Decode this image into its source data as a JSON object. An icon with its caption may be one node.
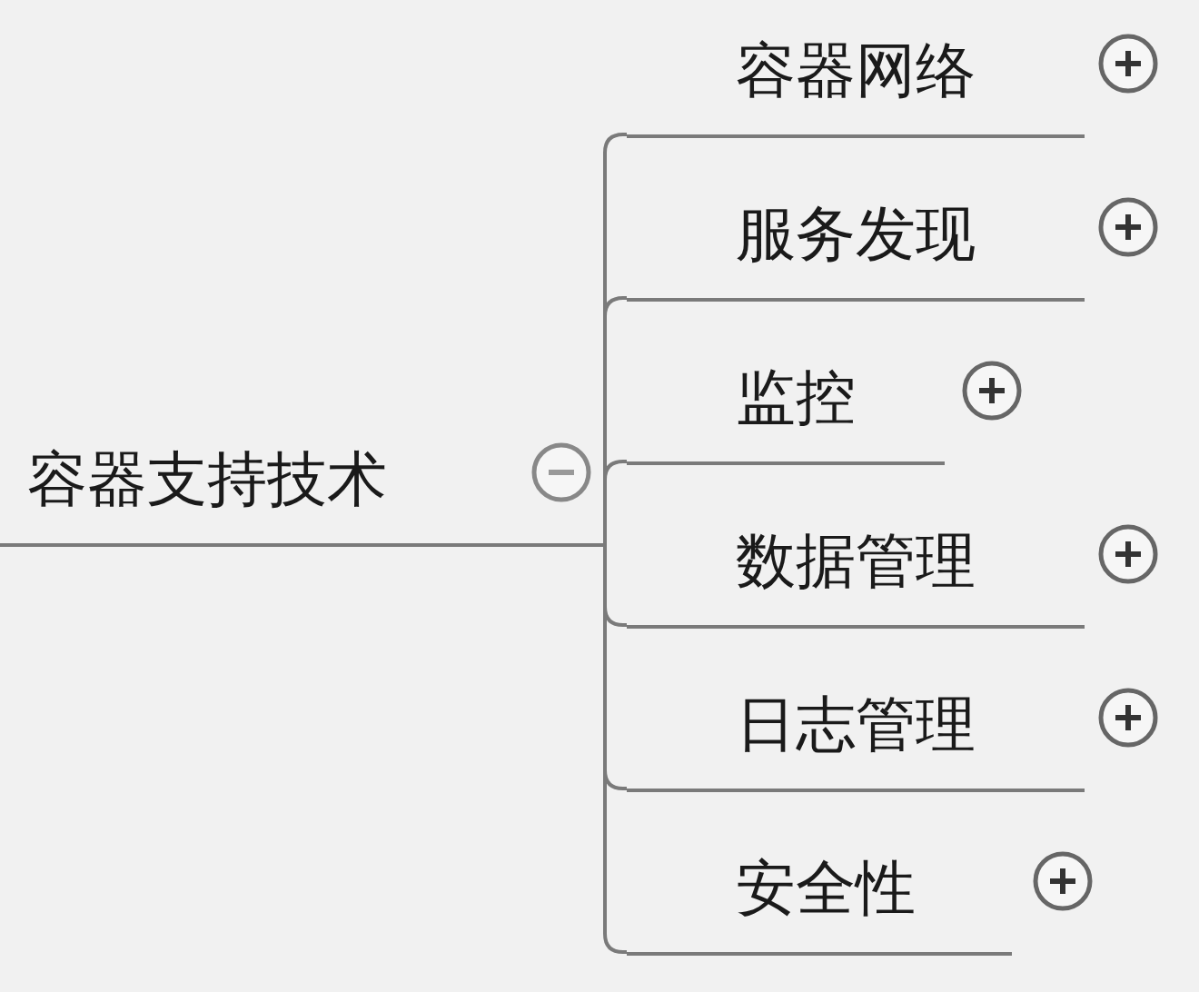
{
  "diagram": {
    "nodes": [
      {
        "text": [
          "容器支持技术"
        ]
      },
      {
        "text": [
          "容器网络"
        ]
      },
      {
        "text": [
          "服务发现"
        ]
      },
      {
        "text": [
          "监控"
        ]
      },
      {
        "text": [
          "数据管理"
        ]
      },
      {
        "text": [
          "日志管理"
        ]
      },
      {
        "text": [
          "安全性"
        ]
      }
    ],
    "edges": [
      {
        "from": 0,
        "to": 1,
        "arrow": "none"
      },
      {
        "from": 0,
        "to": 2,
        "arrow": "none"
      },
      {
        "from": 0,
        "to": 3,
        "arrow": "none"
      },
      {
        "from": 0,
        "to": 4,
        "arrow": "none"
      },
      {
        "from": 0,
        "to": 5,
        "arrow": "none"
      },
      {
        "from": 0,
        "to": 6,
        "arrow": "none"
      }
    ]
  }
}
